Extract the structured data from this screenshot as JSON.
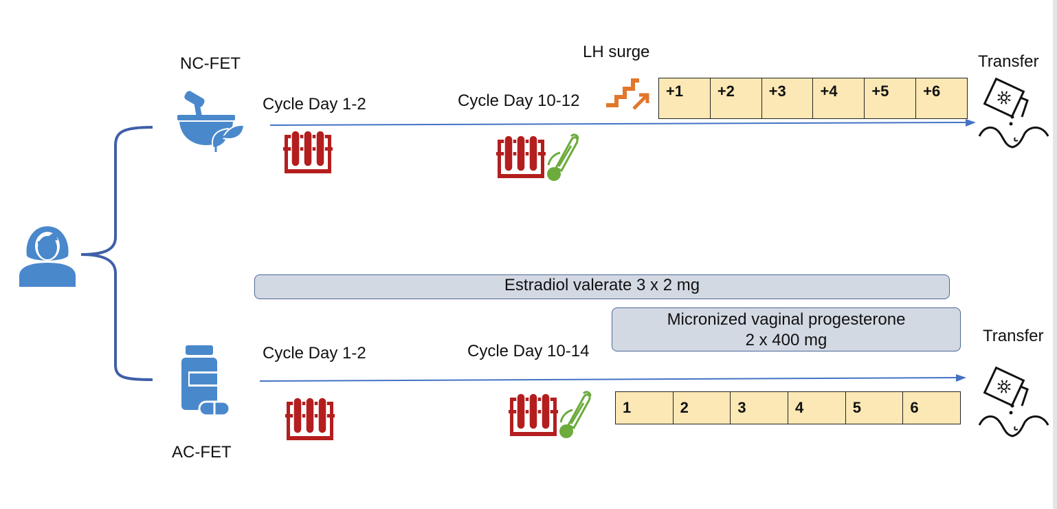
{
  "arms": {
    "natural": {
      "label": "NC-FET",
      "start_label": "Cycle Day 1-2",
      "mid_label": "Cycle Day 10-12",
      "surge_label": "LH surge",
      "days": [
        "+1",
        "+2",
        "+3",
        "+4",
        "+5",
        "+6"
      ],
      "end_label": "Transfer"
    },
    "artificial": {
      "label": "AC-FET",
      "start_label": "Cycle Day 1-2",
      "mid_label": "Cycle Day 10-14",
      "days": [
        "1",
        "2",
        "3",
        "4",
        "5",
        "6"
      ],
      "end_label": "Transfer",
      "estradiol": "Estradiol valerate 3 x 2 mg",
      "progesterone_line1": "Micronized vaginal progesterone",
      "progesterone_line2": "2 x 400 mg"
    }
  },
  "icons": {
    "patient": "woman-icon",
    "natural": "mortar-herb-icon",
    "artificial": "pill-bottle-icon",
    "blood_test": "blood-test-tubes-icon",
    "ultrasound": "ultrasound-probe-icon",
    "surge": "rising-stairs-icon",
    "transfer": "embryo-transfer-icon"
  },
  "colors": {
    "arrow": "#4472c4",
    "bracket": "#3f5fa8",
    "icon_blue": "#4a88cc",
    "blood_red": "#b41e1e",
    "probe_green": "#6cab3c",
    "surge_orange": "#e2762a",
    "day_fill": "#fbe8b5",
    "pill_fill": "#d3d9e3"
  }
}
